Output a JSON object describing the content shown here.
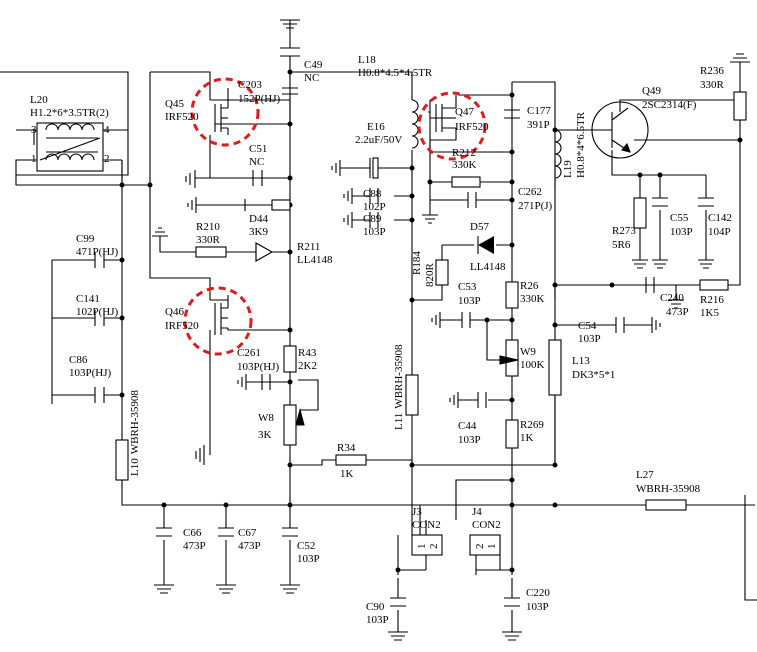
{
  "components": {
    "L20": {
      "ref": "L20",
      "value": "H1.2*6*3.5TR(2)",
      "pins": [
        "3",
        "4",
        "1",
        "2"
      ]
    },
    "Q45": {
      "ref": "Q45",
      "value": "IRF520"
    },
    "Q46": {
      "ref": "Q46",
      "value": "IRF520"
    },
    "Q47": {
      "ref": "Q47",
      "value": "IRF520"
    },
    "Q49": {
      "ref": "Q49",
      "value": "2SC2314(F)"
    },
    "C203": {
      "ref": "C203",
      "value": "152P(HJ)"
    },
    "C49": {
      "ref": "C49",
      "value": "NC"
    },
    "C51": {
      "ref": "C51",
      "value": "NC"
    },
    "D44": {
      "ref": "D44",
      "value": "3K9"
    },
    "R210": {
      "ref": "R210",
      "value": "330R"
    },
    "R211": {
      "ref": "R211",
      "value": "LL4148"
    },
    "C99": {
      "ref": "C99",
      "value": "471P(HJ)"
    },
    "C141": {
      "ref": "C141",
      "value": "102P(HJ)"
    },
    "C86": {
      "ref": "C86",
      "value": "103P(HJ)"
    },
    "L10": {
      "ref": "L10",
      "value": "WBRH-35908"
    },
    "C261": {
      "ref": "C261",
      "value": "103P(HJ)"
    },
    "R43": {
      "ref": "R43",
      "value": "2K2"
    },
    "W8": {
      "ref": "W8",
      "value": "3K"
    },
    "R34": {
      "ref": "R34",
      "value": "1K"
    },
    "C66": {
      "ref": "C66",
      "value": "473P"
    },
    "C67": {
      "ref": "C67",
      "value": "473P"
    },
    "C52": {
      "ref": "C52",
      "value": "103P"
    },
    "L18": {
      "ref": "L18",
      "value": "H0.8*4.5*4.5TR"
    },
    "E16": {
      "ref": "E16",
      "value": "2.2uF/50V"
    },
    "C88": {
      "ref": "C88",
      "value": "102P"
    },
    "C89": {
      "ref": "C89",
      "value": "103P"
    },
    "R184": {
      "ref": "R184",
      "value": "820R"
    },
    "L11": {
      "ref": "L11",
      "value": "WBRH-35908"
    },
    "J3": {
      "ref": "J3",
      "value": "CON2"
    },
    "J4": {
      "ref": "J4",
      "value": "CON2"
    },
    "C90": {
      "ref": "C90",
      "value": "103P"
    },
    "R212": {
      "ref": "R212",
      "value": "330K"
    },
    "C177": {
      "ref": "C177",
      "value": "391P"
    },
    "C262": {
      "ref": "C262",
      "value": "271P(J)"
    },
    "D57": {
      "ref": "D57",
      "value": "LL4148"
    },
    "C53": {
      "ref": "C53",
      "value": "103P"
    },
    "R26": {
      "ref": "R26",
      "value": "330K"
    },
    "W9": {
      "ref": "W9",
      "value": "100K"
    },
    "C44": {
      "ref": "C44",
      "value": "103P"
    },
    "R269": {
      "ref": "R269",
      "value": "1K"
    },
    "C220": {
      "ref": "C220",
      "value": "103P"
    },
    "L19": {
      "ref": "L19",
      "value": "H0.8*4*6.5TR"
    },
    "R236": {
      "ref": "R236",
      "value": "330R"
    },
    "R273": {
      "ref": "R273",
      "value": "5R6"
    },
    "C55": {
      "ref": "C55",
      "value": "103P"
    },
    "C142": {
      "ref": "C142",
      "value": "104P"
    },
    "C240": {
      "ref": "C240",
      "value": "473P"
    },
    "R216": {
      "ref": "R216",
      "value": "1K5"
    },
    "C54": {
      "ref": "C54",
      "value": "103P"
    },
    "L13": {
      "ref": "L13",
      "value": "DK3*5*1"
    },
    "L27": {
      "ref": "L27",
      "value": "WBRH-35908"
    }
  },
  "connector_pins": [
    "1",
    "2"
  ],
  "highlight_color": "#e01b1b",
  "line_color": "#000000"
}
